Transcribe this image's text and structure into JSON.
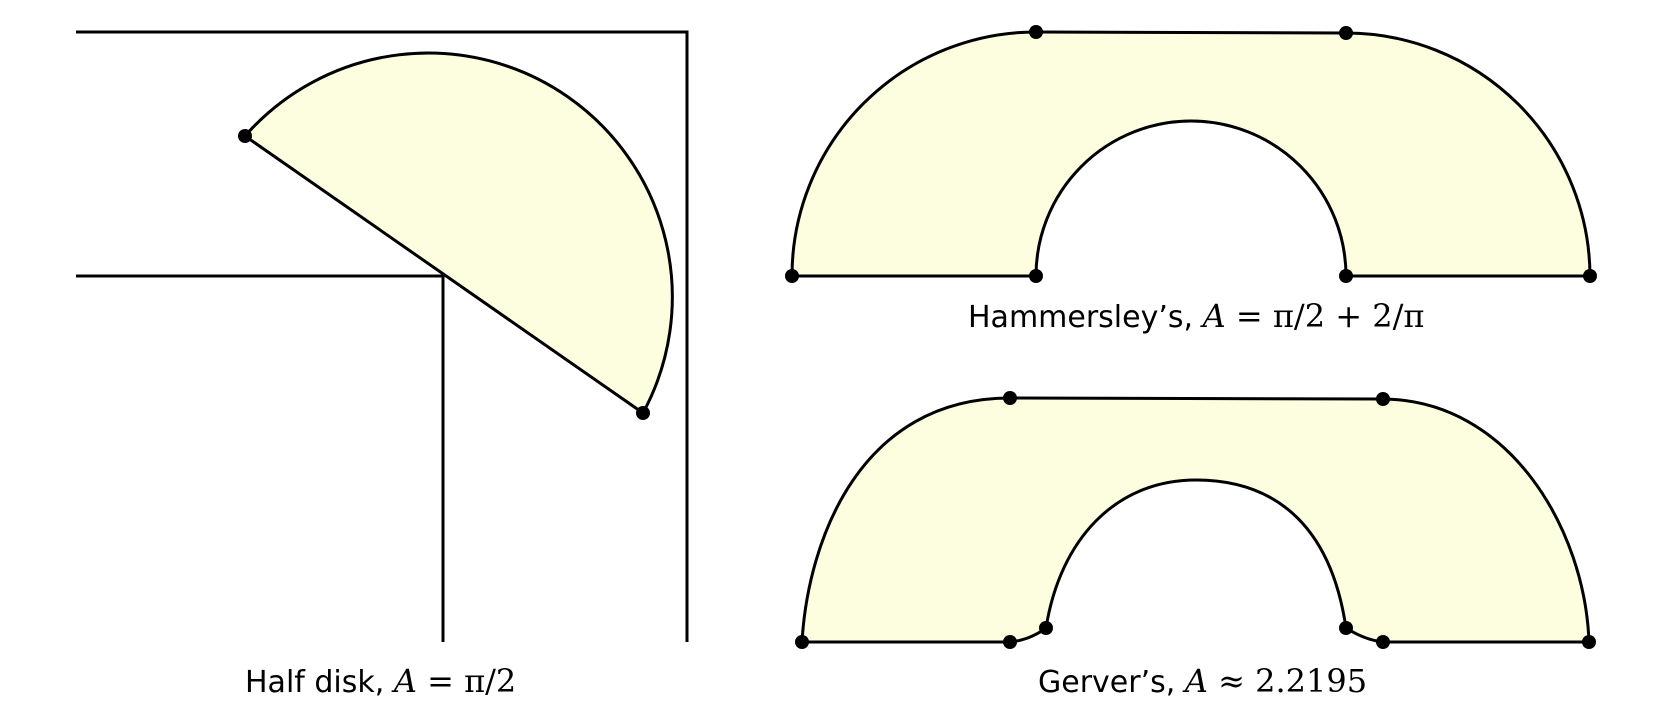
{
  "captions": {
    "half_disk": {
      "text": "Half disk, ",
      "var": "A",
      "rel": " = ",
      "val": "π/2"
    },
    "hammersley": {
      "text": "Hammersley’s, ",
      "var": "A",
      "rel": " = ",
      "val": "π/2 + 2/π"
    },
    "gerver": {
      "text": "Gerver’s, ",
      "var": "A",
      "rel": " ≈ ",
      "val": "2.2195"
    }
  },
  "colors": {
    "fill": "#fdfde0",
    "stroke": "#000000"
  }
}
